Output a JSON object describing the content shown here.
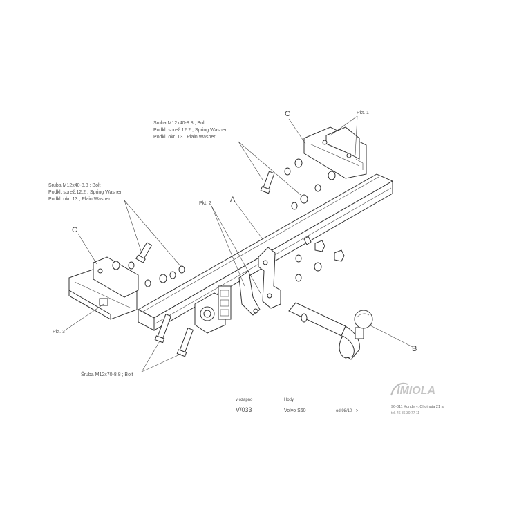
{
  "notes": {
    "top": [
      "Šruba M12x40-8.8 ; Bolt",
      "Podkl. sprež.12.2 ; Spring Washer",
      "Podkl. okr. 13 ; Plain Washer"
    ],
    "left": [
      "Šruba M12x40-8.8 ; Bolt",
      "Podkl. sprež.12.2 ; Spring Washer",
      "Podkl. okr. 13 ; Plain Washer"
    ],
    "bottom": "Šruba M12x70-8.8 ; Bolt"
  },
  "callouts": {
    "c_top": "C",
    "c_left": "C",
    "a": "A",
    "b": "B",
    "pkt1": "Pkt. 1",
    "pkt2": "Pkt. 2",
    "pkt3": "Pkt. 3"
  },
  "title_block": {
    "code_label": "v ozapno",
    "code": "V/033",
    "model_label": "Hody",
    "model": "Volvo S60",
    "date_label": "od 98/10 - >",
    "logo": "IMIOLA",
    "address": "96-011 Kondery, Chojnata 21 a",
    "phone": "tel. 46 86 30 77 11"
  }
}
